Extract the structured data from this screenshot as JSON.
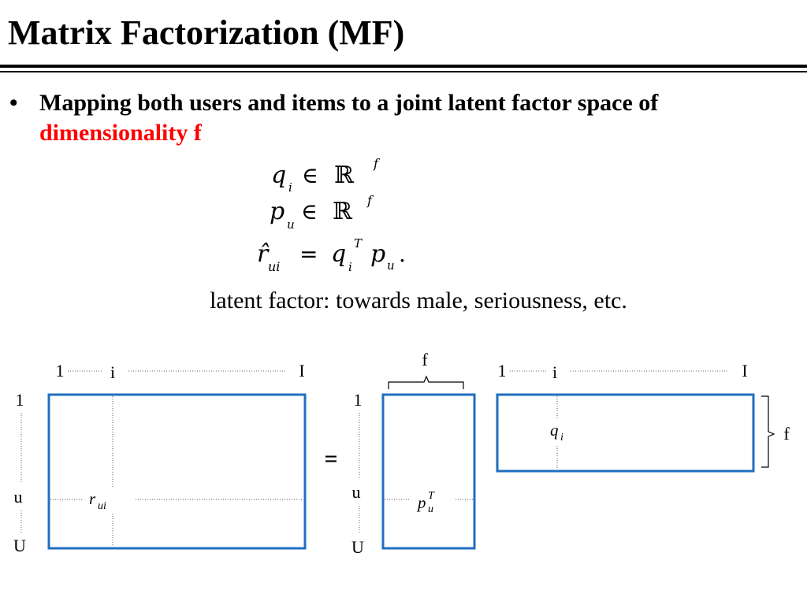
{
  "slide": {
    "title": "Matrix Factorization (MF)",
    "bullet_symbol": "•",
    "bullet_text_main": "Mapping both users and items to a joint latent factor space of ",
    "bullet_text_accent": "dimensionality f",
    "accent_color": "#ff0000",
    "formula_q": "q",
    "formula_q_sub": "i",
    "formula_in": "∈",
    "formula_R": "ℝ",
    "formula_f_sup": "f",
    "formula_p": "p",
    "formula_p_sub": "u",
    "formula_rhat": "r̂",
    "formula_rhat_sub": "ui",
    "formula_eq": "=",
    "formula_T_sup": "T",
    "formula_period": ".",
    "latent_text": "latent factor: towards male, seriousness, etc."
  },
  "diagram": {
    "box_color": "#1f6fc0",
    "rating_matrix": {
      "col_start": "1",
      "col_mid": "i",
      "col_end": "I",
      "row_start": "1",
      "row_mid": "u",
      "row_end": "U",
      "cell_base": "r",
      "cell_sub": "ui"
    },
    "equals": "=",
    "user_matrix": {
      "width_label": "f",
      "row_start": "1",
      "row_mid": "u",
      "row_end": "U",
      "cell_base": "p",
      "cell_sub": "u",
      "cell_sup": "T"
    },
    "item_matrix": {
      "col_start": "1",
      "col_mid": "i",
      "col_end": "I",
      "height_label": "f",
      "cell_base": "q",
      "cell_sub": "i"
    }
  }
}
